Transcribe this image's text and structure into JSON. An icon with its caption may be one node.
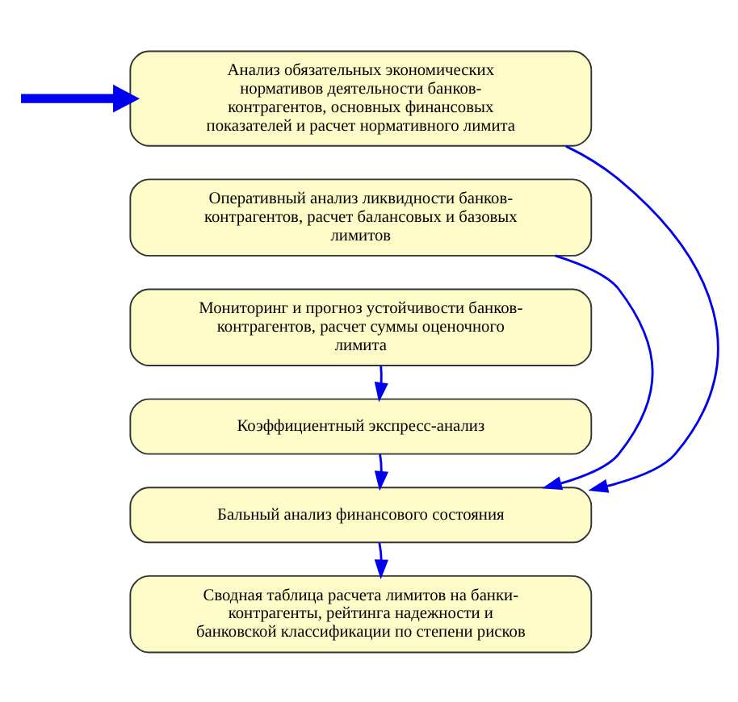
{
  "diagram": {
    "nodes": [
      {
        "text": [
          "Анализ обязательных экономических нормативов деятельности банков-контрагентов, основных финансовых показателей и расчет нормативного лимита"
        ]
      },
      {
        "text": [
          "Оперативный анализ ликвидности банков-контрагентов, расчет балансовых и базовых лимитов"
        ]
      },
      {
        "text": [
          "Мониторинг и прогноз устойчивости банков-контрагентов, расчет суммы оценочного лимита"
        ]
      },
      {
        "text": [
          "Коэффициентный экспресс-анализ"
        ]
      },
      {
        "text": [
          "Бальный анализ финансового состояния"
        ]
      },
      {
        "text": [
          "Сводная таблица расчета лимитов на банки-контрагенты, рейтинга надежности и банковской классификации по степени рисков"
        ]
      }
    ],
    "edges": [
      {
        "from": null,
        "to": 0,
        "arrow": "to",
        "style": "thick"
      },
      {
        "from": 2,
        "to": 3,
        "arrow": "to"
      },
      {
        "from": 3,
        "to": 4,
        "arrow": "to"
      },
      {
        "from": 4,
        "to": 5,
        "arrow": "to"
      },
      {
        "from": 1,
        "to": 4,
        "arrow": "to"
      },
      {
        "from": 0,
        "to": 4,
        "arrow": "to"
      }
    ]
  }
}
